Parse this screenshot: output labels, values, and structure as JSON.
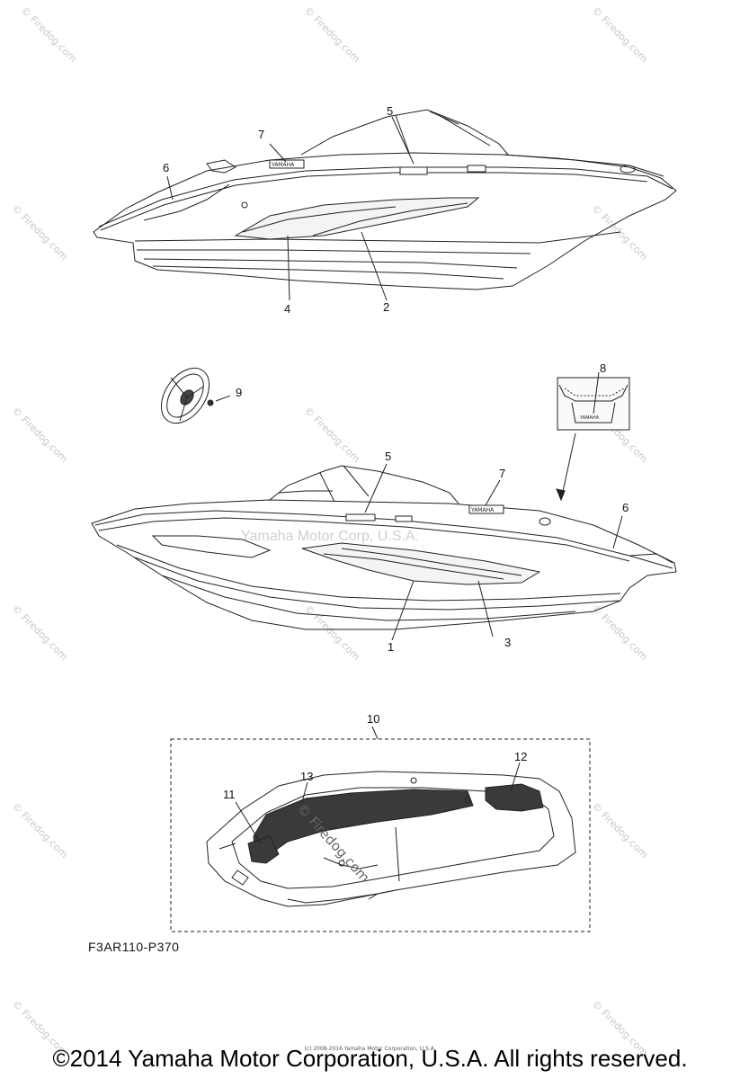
{
  "callouts": {
    "c1": "1",
    "c2": "2",
    "c3": "3",
    "c4": "4",
    "c5a": "5",
    "c5b": "5",
    "c6a": "6",
    "c6b": "6",
    "c7a": "7",
    "c7b": "7",
    "c8": "8",
    "c9": "9",
    "c10": "10",
    "c11": "11",
    "c12": "12",
    "c13": "13"
  },
  "part_code": "F3AR110-P370",
  "watermarks": {
    "center": "Yamaha Motor Corp, U.S.A.",
    "diagonal": "© Firedog.com",
    "tile": "© Firedog.com"
  },
  "footer": {
    "copyright": "©2014 Yamaha Motor Corporation, U.S.A. All rights reserved.",
    "small_print": "(c) 2008-2016 Yamaha Motor Corporation, U.S.A."
  },
  "colors": {
    "line": "#222222",
    "deck_mat": "#3a3a3a",
    "watermark": "#c9c9c9"
  },
  "icons": [
    "boat-profile-top",
    "boat-profile-bottom",
    "steering-wheel-icon",
    "logo-decal-icon",
    "deck-mat-tray"
  ]
}
